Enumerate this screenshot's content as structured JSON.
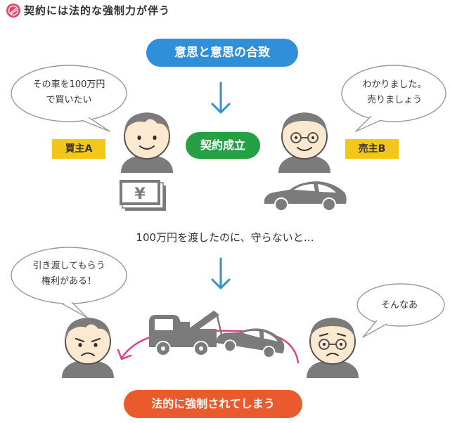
{
  "header": {
    "title": "契約には法的な強制力が伴う"
  },
  "steps": {
    "agreement": "意思と意思の合致",
    "contract": "契約成立",
    "middle": "100万円を渡したのに、守らないと…",
    "result": "法的に強制されてしまう"
  },
  "roles": {
    "buyer": "買主A",
    "seller": "売主B"
  },
  "bubbles": {
    "buyer_top": [
      "その車を100万円",
      "で買いたい"
    ],
    "seller_top": [
      "わかりました。",
      "売りましょう"
    ],
    "buyer_bottom": [
      "引き渡してもらう",
      "権利がある！"
    ],
    "seller_bottom": [
      "そんなあ"
    ]
  },
  "money_symbol": "¥",
  "colors": {
    "blue": "#2f8fd8",
    "green": "#27a045",
    "red": "#ea5a2c",
    "yellow_tag": "#f3c61a",
    "pink_arrow": "#e33a86",
    "gray": "#7b7b7b",
    "skin": "#fde8d0"
  },
  "icons": [
    "logo-icon",
    "down-arrow-icon",
    "buyer-face-icon",
    "seller-face-icon",
    "yen-bills-icon",
    "car-icon",
    "tow-truck-icon",
    "curved-arrow-icon"
  ]
}
